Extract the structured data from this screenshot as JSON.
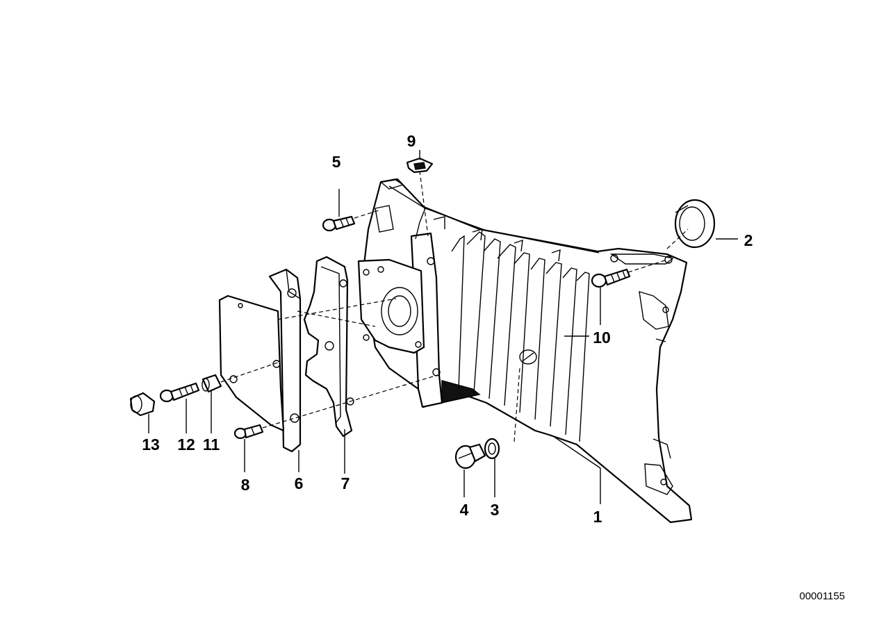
{
  "callouts": [
    {
      "id": "1",
      "label": "1"
    },
    {
      "id": "2",
      "label": "2"
    },
    {
      "id": "3",
      "label": "3"
    },
    {
      "id": "4",
      "label": "4"
    },
    {
      "id": "5",
      "label": "5"
    },
    {
      "id": "6",
      "label": "6"
    },
    {
      "id": "7",
      "label": "7"
    },
    {
      "id": "8",
      "label": "8"
    },
    {
      "id": "9",
      "label": "9"
    },
    {
      "id": "10",
      "label": "10"
    },
    {
      "id": "11",
      "label": "11"
    },
    {
      "id": "12",
      "label": "12"
    },
    {
      "id": "13",
      "label": "13"
    }
  ],
  "document_number": "00001155"
}
